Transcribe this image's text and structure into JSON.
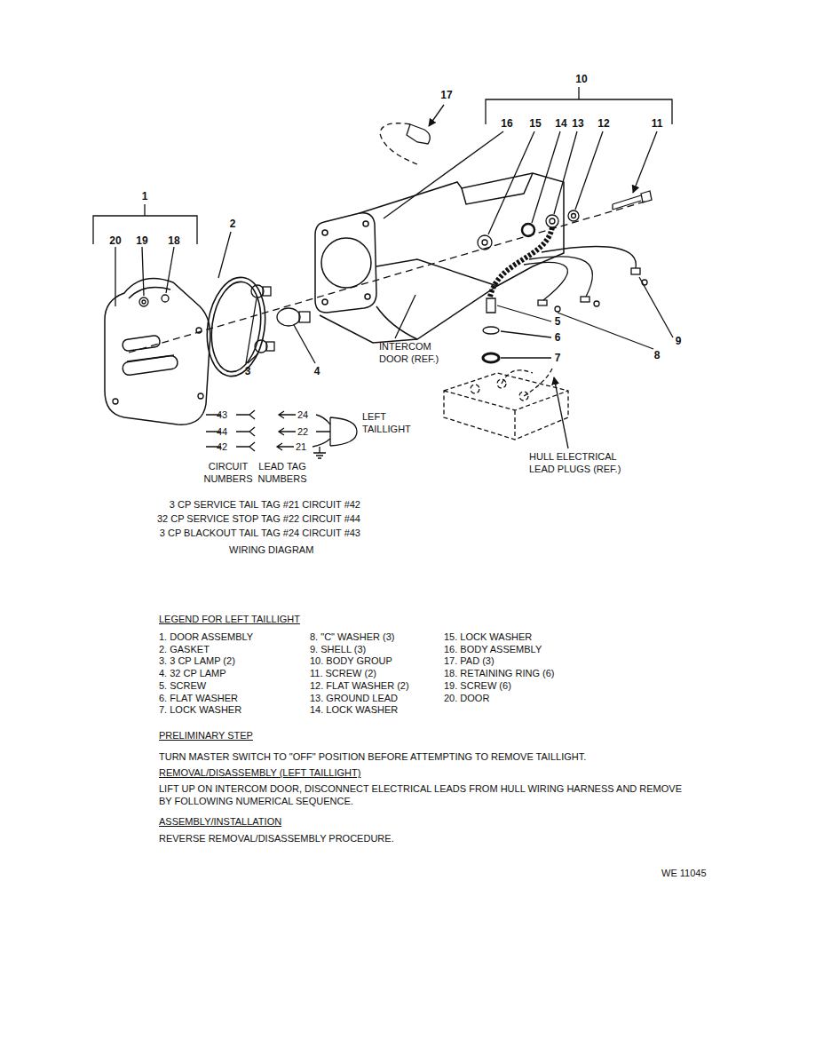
{
  "diagram": {
    "labels": [
      "10",
      "17",
      "16",
      "15",
      "14",
      "13",
      "12",
      "11",
      "1",
      "20",
      "19",
      "18",
      "2",
      "INTERCOM DOOR (REF.)",
      "3",
      "4",
      "5",
      "6",
      "7",
      "8",
      "9",
      "HULL ELECTRICAL LEAD PLUGS (REF.)",
      "43",
      "24",
      "44",
      "22",
      "42",
      "21",
      "LEFT TAILLIGHT",
      "CIRCUIT NUMBERS",
      "LEAD TAG NUMBERS",
      "3 CP SERVICE TAIL TAG #21 CIRCUIT #42",
      "32 CP SERVICE STOP TAG #22 CIRCUIT #44",
      "3 CP BLACKOUT TAIL TAG #24 CIRCUIT #43",
      "WIRING DIAGRAM",
      "LEGEND FOR LEFT TAILLIGHT",
      "1. DOOR ASSEMBLY",
      "2. GASKET",
      "3. 3 CP LAMP (2)",
      "4. 32 CP LAMP",
      "5. SCREW",
      "6. FLAT WASHER",
      "7. LOCK WASHER",
      "8. \"C\" WASHER (3)",
      "9. SHELL (3)",
      "10. BODY GROUP",
      "11. SCREW (2)",
      "12. FLAT WASHER (2)",
      "13. GROUND LEAD",
      "14. LOCK WASHER",
      "15. LOCK WASHER",
      "16. BODY ASSEMBLY",
      "17. PAD (3)",
      "18. RETAINING RING (6)",
      "19. SCREW (6)",
      "20. DOOR",
      "PRELIMINARY STEP",
      "TURN MASTER SWITCH TO \"OFF\" POSITION BEFORE ATTEMPTING TO REMOVE TAILLIGHT.",
      "REMOVAL/DISASSEMBLY (LEFT TAILLIGHT)",
      "LIFT UP ON INTERCOM DOOR, DISCONNECT ELECTRICAL LEADS FROM HULL WIRING HARNESS AND REMOVE BY FOLLOWING NUMERICAL SEQUENCE.",
      "ASSEMBLY/INSTALLATION",
      "REVERSE REMOVAL/DISASSEMBLY PROCEDURE.",
      "WE 11045"
    ]
  }
}
